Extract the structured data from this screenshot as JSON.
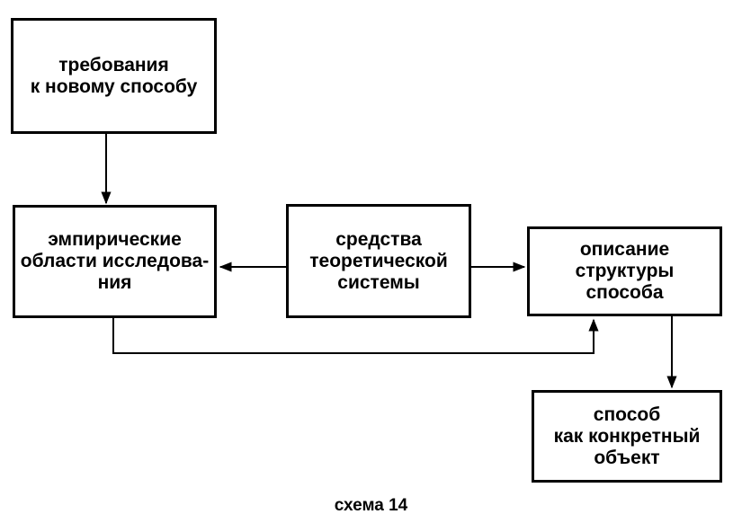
{
  "boxes": {
    "requirements": {
      "lines": [
        "требования",
        "к новому способу"
      ]
    },
    "empirical": {
      "lines": [
        "эмпирические",
        "области исследова-",
        "ния"
      ]
    },
    "theoretical": {
      "lines": [
        "средства",
        "теоретической",
        "системы"
      ]
    },
    "description": {
      "lines": [
        "описание",
        "структуры",
        "способа"
      ]
    },
    "method": {
      "lines": [
        "способ",
        "как конкретный",
        "объект"
      ]
    }
  },
  "caption": "схема 14",
  "colors": {
    "stroke": "#000000",
    "background": "#ffffff"
  }
}
